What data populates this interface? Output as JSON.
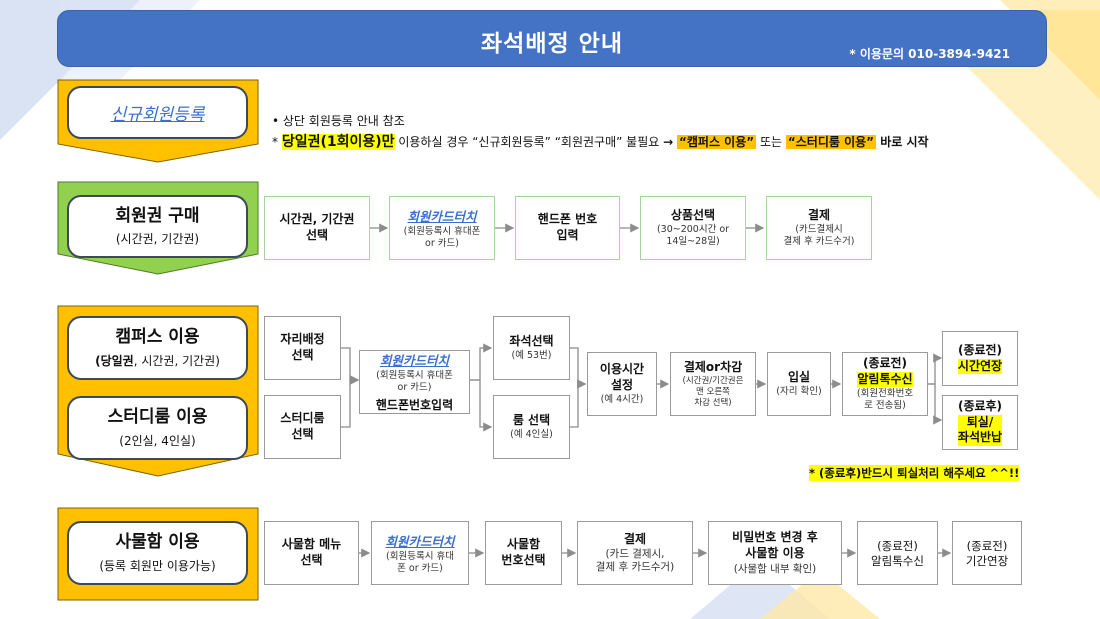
{
  "banner": {
    "title": "좌석배정 안내",
    "contact": "* 이용문의 010-3894-9421"
  },
  "colors": {
    "banner": "#4472c4",
    "category_gold": "#ffc000",
    "category_green": "#92d050",
    "step_border_green": "#a7d4a0",
    "step_border_gray": "#9a9a9a",
    "highlight_yellow": "#ffff00",
    "highlight_orange": "#ffc000",
    "link_blue": "#3a6fd0"
  },
  "new_member": {
    "label": "신규회원등록",
    "note_bullet": "•  상단 회원등록 안내 참조",
    "note2": {
      "star": "* ",
      "day_pass": "당일권(1회이용)만",
      "part1": " 이용하실 경우 “신규회원등록” “회원권구매” 불필요 ",
      "arrow": "→",
      "campus_tag": "“캠퍼스 이용”",
      "or_word": " 또는 ",
      "study_tag": "“스터디룸 이용”",
      "end": " 바로 시작"
    }
  },
  "membership": {
    "title": "회원권 구매",
    "subtitle": "(시간권, 기간권)",
    "steps": [
      {
        "main": "시간권, 기간권\n선택",
        "sub": ""
      },
      {
        "link": "회원카드터치",
        "sub": "(회원등록시 휴대폰\nor 카드)"
      },
      {
        "main": "핸드폰 번호\n입력",
        "sub": ""
      },
      {
        "main": "상품선택",
        "sub": "(30~200시간 or\n14일~28일)"
      },
      {
        "main": "결제",
        "sub": "(카드결제시\n결제 후 카드수거)"
      }
    ]
  },
  "campus": {
    "title": "캠퍼스 이용",
    "subtitle_bold": "(당일권",
    "subtitle_rest": ", 시간권, 기간권)",
    "seat_assign": "자리배정\n선택",
    "touch_link": "회원카드터치",
    "touch_sub": "(회원등록시 휴대폰\nor 카드)",
    "phone_input": "핸드폰번호입력",
    "seat_select": "좌석선택",
    "seat_select_sub": "(예 53번)",
    "room_select": "룸 선택",
    "room_select_sub": "(예 4인실)",
    "time_set": "이용시간\n설정",
    "time_set_sub": "(예 4시간)",
    "pay": "결제or차감",
    "pay_sub": "(시간권/기간권은\n맨 오른쪽\n차감 선택)",
    "enter": "입실",
    "enter_sub": "(자리 확인)",
    "alert_head": "(종료전)",
    "alert_main": "알림톡수신",
    "alert_sub": "(회원전화번호\n로 전송됨)",
    "extend_head": "(종료전)",
    "extend_main": "시간연장",
    "exit_head": "(종료후)",
    "exit_main": "퇴실/\n좌석반납",
    "warning": "* (종료후)반드시 퇴실처리 해주세요 ^^!!"
  },
  "study_room": {
    "title": "스터디룸 이용",
    "subtitle": "(2인실, 4인실)",
    "select": "스터디룸\n선택"
  },
  "locker": {
    "title": "사물함 이용",
    "subtitle": "(등록 회원만 이용가능)",
    "steps": [
      {
        "main": "사물함 메뉴\n선택",
        "sub": ""
      },
      {
        "link": "회원카드터치",
        "sub": "(회원등록시 휴대\n폰 or 카드)"
      },
      {
        "main": "사물함\n번호선택",
        "sub": ""
      },
      {
        "main": "결제",
        "sub": "(카드 결제시,\n결제 후 카드수거)"
      },
      {
        "main": "비밀번호 변경 후\n사물함 이용",
        "sub": "(사물함 내부 확인)"
      },
      {
        "main": "",
        "sub": "(종료전)\n알림톡수신"
      },
      {
        "main": "",
        "sub": "(종료전)\n기간연장"
      }
    ]
  }
}
